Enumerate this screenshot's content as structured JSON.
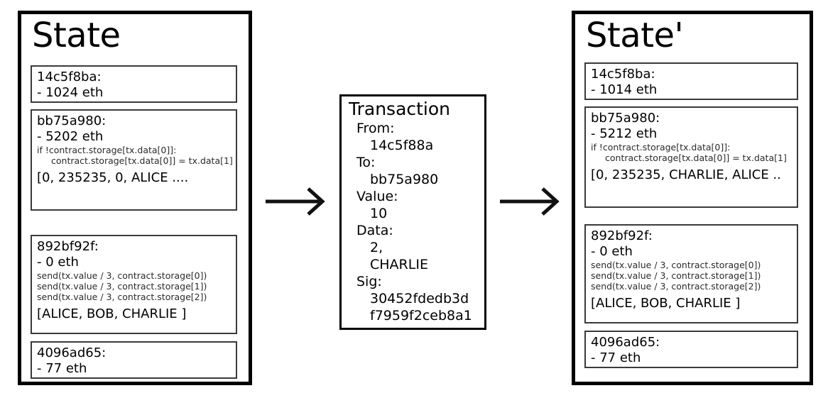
{
  "diagram": {
    "type": "state-transition",
    "arrows": [
      {
        "name": "arrow-state-to-transaction",
        "direction": "right"
      },
      {
        "name": "arrow-transaction-to-state-prime",
        "direction": "right"
      }
    ]
  },
  "state_before": {
    "title": "State",
    "accounts": [
      {
        "address": "14c5f8ba:",
        "balance": "- 1024 eth",
        "code": [],
        "storage": null
      },
      {
        "address": "bb75a980:",
        "balance": "- 5202 eth",
        "code": [
          "if !contract.storage[tx.data[0]]:",
          "contract.storage[tx.data[0]] = tx.data[1]"
        ],
        "storage": "[0, 235235, 0, ALICE ...."
      },
      {
        "address": "892bf92f:",
        "balance": "- 0 eth",
        "code": [
          "send(tx.value / 3, contract.storage[0])",
          "send(tx.value / 3, contract.storage[1])",
          "send(tx.value / 3, contract.storage[2])"
        ],
        "storage": "[ALICE, BOB, CHARLIE ]"
      },
      {
        "address": "4096ad65:",
        "balance": "- 77 eth",
        "code": [],
        "storage": null
      }
    ]
  },
  "transaction": {
    "title": "Transaction",
    "fields": [
      {
        "key": "From:",
        "values": [
          "14c5f88a"
        ]
      },
      {
        "key": "To:",
        "values": [
          "bb75a980"
        ]
      },
      {
        "key": "Value:",
        "values": [
          "10"
        ]
      },
      {
        "key": "Data:",
        "values": [
          "2,",
          "CHARLIE"
        ]
      },
      {
        "key": "Sig:",
        "values": [
          "30452fdedb3d",
          "f7959f2ceb8a1"
        ]
      }
    ]
  },
  "state_after": {
    "title": "State'",
    "accounts": [
      {
        "address": "14c5f8ba:",
        "balance": "- 1014 eth",
        "code": [],
        "storage": null
      },
      {
        "address": "bb75a980:",
        "balance": "- 5212 eth",
        "code": [
          "if !contract.storage[tx.data[0]]:",
          "contract.storage[tx.data[0]] = tx.data[1]"
        ],
        "storage": "[0, 235235, CHARLIE, ALICE .."
      },
      {
        "address": "892bf92f:",
        "balance": "- 0 eth",
        "code": [
          "send(tx.value / 3, contract.storage[0])",
          "send(tx.value / 3, contract.storage[1])",
          "send(tx.value / 3, contract.storage[2])"
        ],
        "storage": "[ALICE, BOB, CHARLIE ]"
      },
      {
        "address": "4096ad65:",
        "balance": "- 77 eth",
        "code": [],
        "storage": null
      }
    ]
  },
  "colors": {
    "panel_border": "#000000",
    "box_border": "#3a3a3a",
    "text": "#000000",
    "code_text": "#2b2b2b",
    "background": "#ffffff"
  }
}
